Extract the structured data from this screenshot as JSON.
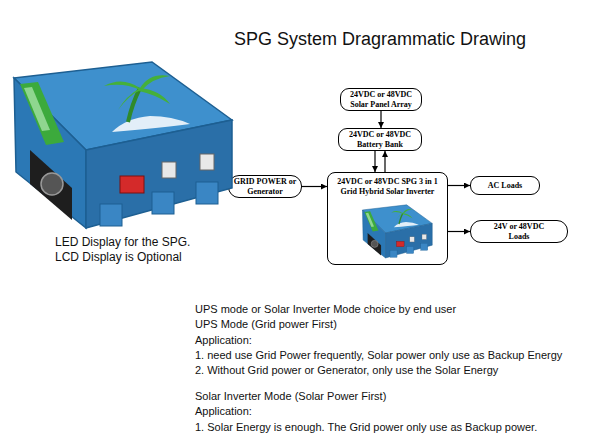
{
  "diagram": {
    "title": "SPG System Dragrammatic Drawing",
    "nodes": [
      {
        "text": [
          "24VDC or 48VDC Solar Panel Array"
        ]
      },
      {
        "text": [
          "24VDC or 48VDC Battery Bank"
        ]
      },
      {
        "text": [
          "GRID POWER or Generator"
        ]
      },
      {
        "text": [
          "24VDC or 48VDC SPG 3 in 1 Grid Hybrid Solar Inverter"
        ]
      },
      {
        "text": [
          "AC Loads"
        ]
      },
      {
        "text": [
          "24V or 48VDC Loads"
        ]
      }
    ],
    "edges": [
      {
        "from": 0,
        "to": 1,
        "arrow": "to"
      },
      {
        "from": 1,
        "to": 3,
        "arrow": "to"
      },
      {
        "from": 3,
        "to": 1,
        "arrow": "to"
      },
      {
        "from": 2,
        "to": 3,
        "arrow": "to"
      },
      {
        "from": 3,
        "to": 4,
        "arrow": "to"
      },
      {
        "from": 3,
        "to": 5,
        "arrow": "to"
      }
    ],
    "labels": [
      "LED Display for the SPG.",
      "LCD Display is Optional",
      "UPS mode or Solar Inverter Mode choice by end user",
      "UPS Mode (Grid power First)",
      "Application:",
      "1. need use Grid Power frequently, Solar power only use as Backup Energy",
      "2. Without Grid power or Generator, only use the Solar Energy",
      "Solar Inverter Mode (Solar Power First)",
      "Application:",
      "1. Solar Energy is enough. The Grid power only use as Backup power."
    ]
  }
}
